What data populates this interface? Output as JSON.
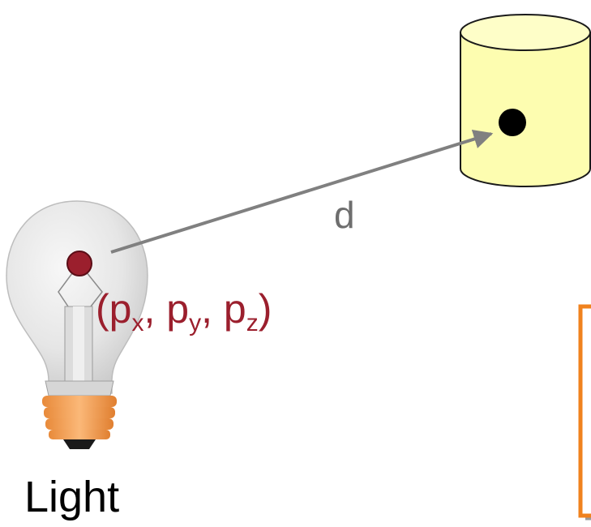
{
  "labels": {
    "distance": "d",
    "position_open": "(",
    "px_base": "p",
    "px_sub": "x",
    "sep1": ", ",
    "py_base": "p",
    "py_sub": "y",
    "sep2": ", ",
    "pz_base": "p",
    "pz_sub": "z",
    "position_close": ")",
    "light": "Light"
  },
  "colors": {
    "cylinder_fill": "#fdfdb0",
    "cylinder_top": "#fefec8",
    "arrow": "#808080",
    "light_point": "#9b1f2d",
    "bracket": "#f0821e",
    "bulb_base": "#f6a256"
  },
  "icons": {
    "light_source": "light-bulb-icon",
    "target_object": "cylinder-icon"
  }
}
